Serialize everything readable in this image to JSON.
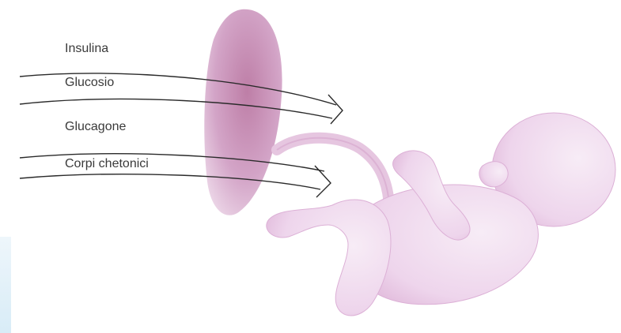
{
  "labels": {
    "insulin": "Insulina",
    "glucose": "Glucosio",
    "glucagon": "Glucagone",
    "ketones": "Corpi chetonici"
  },
  "colors": {
    "placenta": "#c98fb8",
    "fetus": "#f1dbef",
    "fetus_shadow": "#e2bcdc",
    "arrow": "#2a2a2a",
    "text": "#3a3a3a"
  }
}
